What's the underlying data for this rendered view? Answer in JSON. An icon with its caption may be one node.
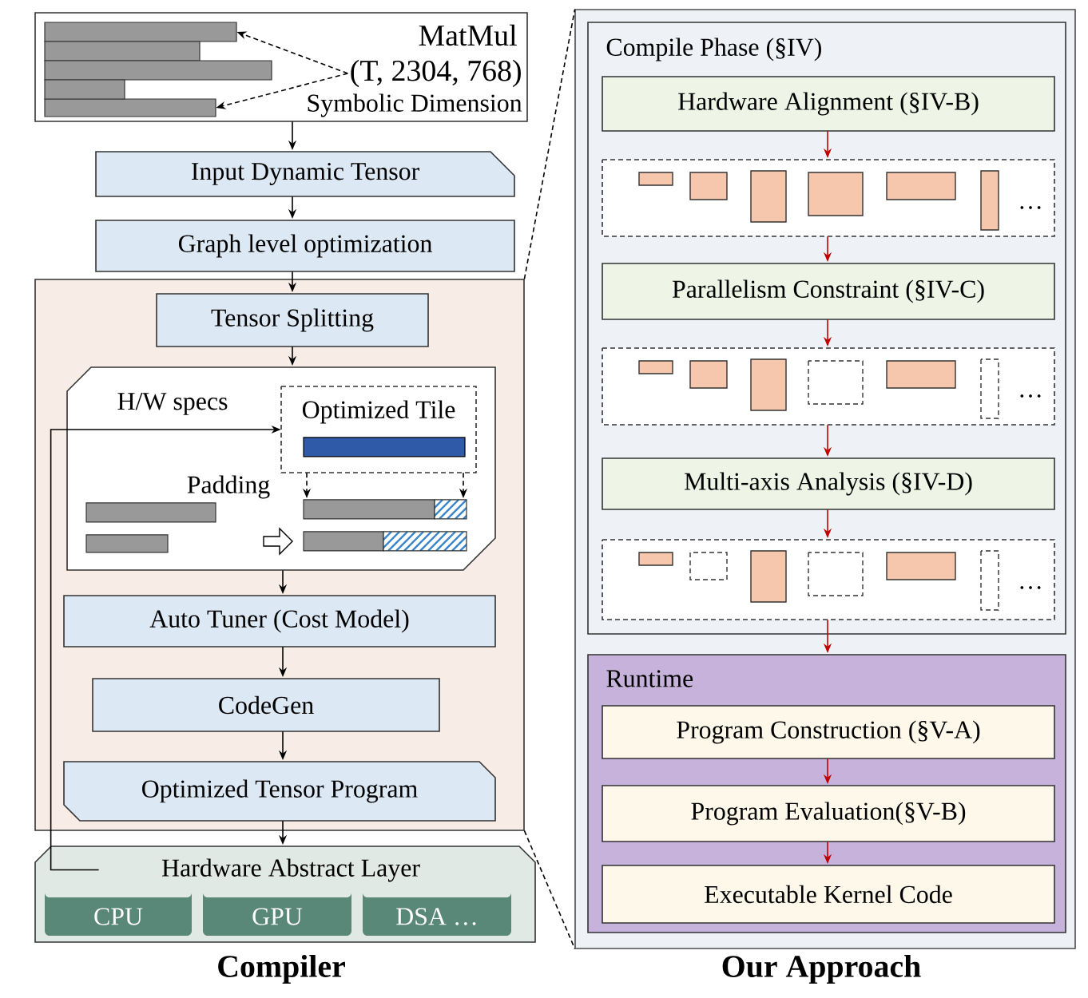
{
  "diagram": {
    "nodes": [
      {
        "text": [
          "MatMul"
        ]
      },
      {
        "text": [
          "(T, 2304, 768)"
        ],
        "beside": [
          "Symbolic Dimension"
        ],
        "in": 0
      },
      {
        "text": [],
        "shape": "bar",
        "in": 0
      },
      {
        "text": [],
        "shape": "bar",
        "in": 0
      },
      {
        "text": [
          "Input Dynamic Tensor"
        ]
      },
      {
        "text": [
          "Graph level optimization"
        ]
      },
      {
        "text": [],
        "shape": "box"
      },
      {
        "text": [
          "Tensor Splitting"
        ],
        "in": 6
      },
      {
        "text": [],
        "shape": "box",
        "in": 6
      },
      {
        "text": [
          "Optimized Tile"
        ],
        "in": 8
      },
      {
        "text": [],
        "shape": "bar",
        "in": 8
      },
      {
        "text": [
          "Auto Tuner (Cost Model)"
        ],
        "in": 6
      },
      {
        "text": [
          "CodeGen"
        ],
        "in": 6
      },
      {
        "text": [
          "Optimized Tensor Program"
        ],
        "in": 6
      },
      {
        "text": [
          "Hardware Abstract Layer"
        ]
      },
      {
        "text": [
          "CPU"
        ],
        "in": 14
      },
      {
        "text": [
          "GPU"
        ],
        "in": 14
      },
      {
        "text": [
          "DSA …"
        ],
        "in": 14
      },
      {
        "text": [
          "Our Approach"
        ]
      },
      {
        "text": [
          "Compile Phase (§IV)"
        ],
        "in": 18
      },
      {
        "text": [
          "Hardware Alignment (§IV-B)"
        ],
        "in": 19
      },
      {
        "text": [],
        "shape": "box",
        "in": 19
      },
      {
        "text": [
          "Parallelism Constraint (§IV-C)"
        ],
        "in": 19
      },
      {
        "text": [],
        "shape": "box",
        "in": 19
      },
      {
        "text": [
          "Multi-axis Analysis (§IV-D)"
        ],
        "in": 19
      },
      {
        "text": [],
        "shape": "box",
        "in": 19
      },
      {
        "text": [
          "Runtime"
        ],
        "in": 18
      },
      {
        "text": [
          "Program Construction (§V-A)"
        ],
        "in": 26
      },
      {
        "text": [
          "Program Evaluation(§V-B)"
        ],
        "in": 26
      },
      {
        "text": [
          "Executable Kernel Code"
        ],
        "in": 26
      }
    ],
    "edges": [
      {
        "from": 0,
        "to": 4,
        "arrow": "to"
      },
      {
        "from": 4,
        "to": 5,
        "arrow": "to"
      },
      {
        "from": 5,
        "to": 7,
        "arrow": "to"
      },
      {
        "from": 7,
        "to": 8,
        "arrow": "to"
      },
      {
        "from": 8,
        "to": 11,
        "arrow": "to"
      },
      {
        "from": 11,
        "to": 12,
        "arrow": "to"
      },
      {
        "from": 12,
        "to": 13,
        "arrow": "to"
      },
      {
        "from": 13,
        "to": 14,
        "arrow": "to"
      },
      {
        "from": 1,
        "to": 2,
        "arrow": "to",
        "style": "dashed"
      },
      {
        "from": 1,
        "to": 3,
        "arrow": "to",
        "style": "dashed"
      },
      {
        "from": 9,
        "to": 10,
        "arrow": "to",
        "style": "dashed"
      },
      {
        "from": 9,
        "to": 10,
        "arrow": "to",
        "style": "dashed"
      },
      {
        "from": 14,
        "to": 9,
        "arrow": "to",
        "label": "H/W specs"
      },
      {
        "from": 6,
        "to": 18,
        "arrow": "none",
        "style": "dashed"
      },
      {
        "from": 6,
        "to": 18,
        "arrow": "none",
        "style": "dashed"
      },
      {
        "from": 20,
        "to": 21,
        "arrow": "to",
        "color": "#c00000"
      },
      {
        "from": 21,
        "to": 22,
        "arrow": "to",
        "color": "#c00000"
      },
      {
        "from": 22,
        "to": 23,
        "arrow": "to",
        "color": "#c00000"
      },
      {
        "from": 23,
        "to": 24,
        "arrow": "to",
        "color": "#c00000"
      },
      {
        "from": 24,
        "to": 25,
        "arrow": "to",
        "color": "#c00000"
      },
      {
        "from": 25,
        "to": 26,
        "arrow": "to",
        "color": "#c00000"
      },
      {
        "from": 27,
        "to": 28,
        "arrow": "to",
        "color": "#c00000"
      },
      {
        "from": 28,
        "to": 29,
        "arrow": "to",
        "color": "#c00000"
      }
    ],
    "labels": [
      "…",
      "…",
      "Padding",
      "…",
      "Compiler"
    ]
  }
}
